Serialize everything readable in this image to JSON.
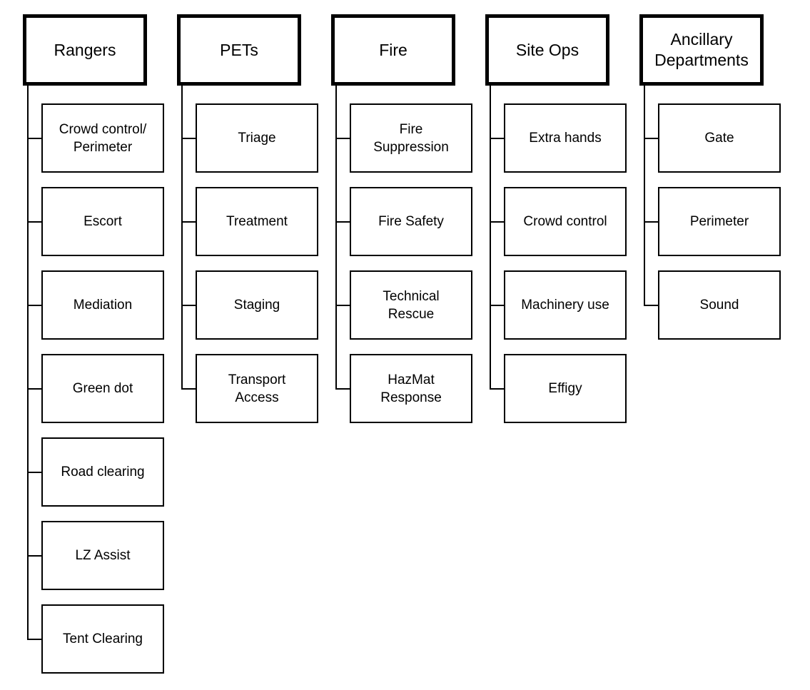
{
  "diagram": {
    "columns": [
      {
        "title": "Rangers",
        "items": [
          "Crowd control/\nPerimeter",
          "Escort",
          "Mediation",
          "Green dot",
          "Road clearing",
          "LZ Assist",
          "Tent Clearing"
        ]
      },
      {
        "title": "PETs",
        "items": [
          "Triage",
          "Treatment",
          "Staging",
          "Transport\nAccess"
        ]
      },
      {
        "title": "Fire",
        "items": [
          "Fire\nSuppression",
          "Fire Safety",
          "Technical\nRescue",
          "HazMat\nResponse"
        ]
      },
      {
        "title": "Site Ops",
        "items": [
          "Extra hands",
          "Crowd control",
          "Machinery use",
          "Effigy"
        ]
      },
      {
        "title": "Ancillary\nDepartments",
        "items": [
          "Gate",
          "Perimeter",
          "Sound"
        ]
      }
    ]
  }
}
